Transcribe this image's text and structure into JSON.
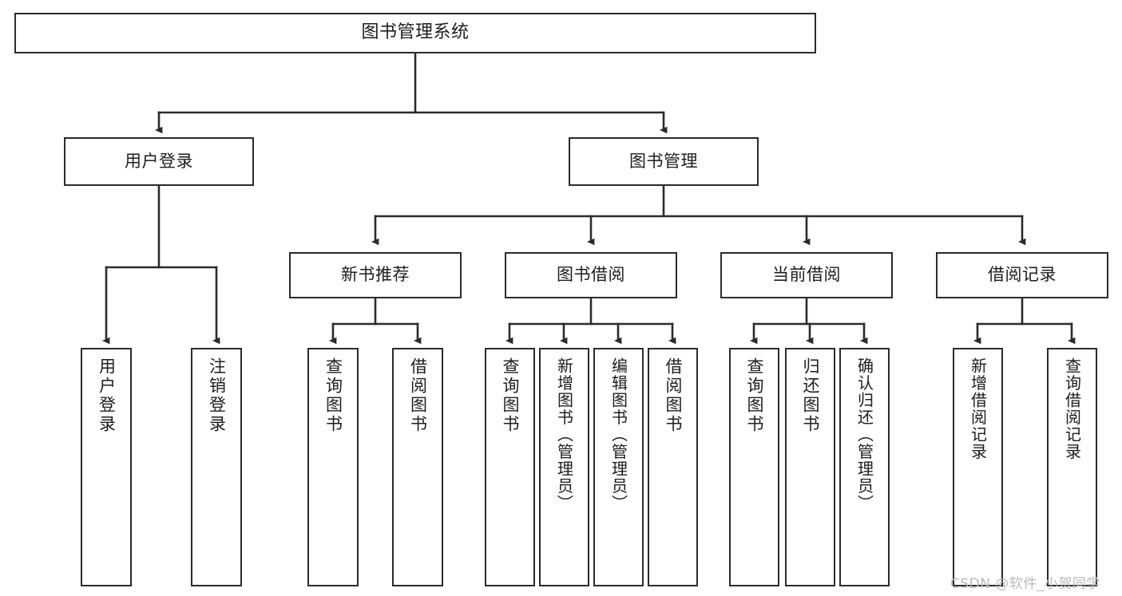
{
  "diagram": {
    "title": "图书管理系统",
    "type": "tree-hierarchy",
    "watermark": "CSDN @软件_小贺同学",
    "colors": {
      "background": "#ffffff",
      "node_border": "#2b2b2b",
      "node_fill": "#ffffff",
      "edge": "#2b2b2b",
      "text": "#1d1d1d",
      "watermark": "#b9b9b9"
    },
    "root": {
      "label": "图书管理系统"
    },
    "level2": [
      {
        "label": "用户登录"
      },
      {
        "label": "图书管理"
      }
    ],
    "level3": [
      {
        "label": "新书推荐"
      },
      {
        "label": "图书借阅"
      },
      {
        "label": "当前借阅"
      },
      {
        "label": "借阅记录"
      }
    ],
    "leaves": {
      "user_login": [
        {
          "label": "用户登录"
        },
        {
          "label": "注销登录"
        }
      ],
      "new_book_recommend": [
        {
          "label": "查询图书"
        },
        {
          "label": "借阅图书"
        }
      ],
      "book_borrow": [
        {
          "label": "查询图书"
        },
        {
          "label": "新增图书（管理员）"
        },
        {
          "label": "编辑图书（管理员）"
        },
        {
          "label": "借阅图书"
        }
      ],
      "current_borrow": [
        {
          "label": "查询图书"
        },
        {
          "label": "归还图书"
        },
        {
          "label": "确认归还（管理员）"
        }
      ],
      "borrow_record": [
        {
          "label": "新增借阅记录"
        },
        {
          "label": "查询借阅记录"
        }
      ]
    }
  }
}
